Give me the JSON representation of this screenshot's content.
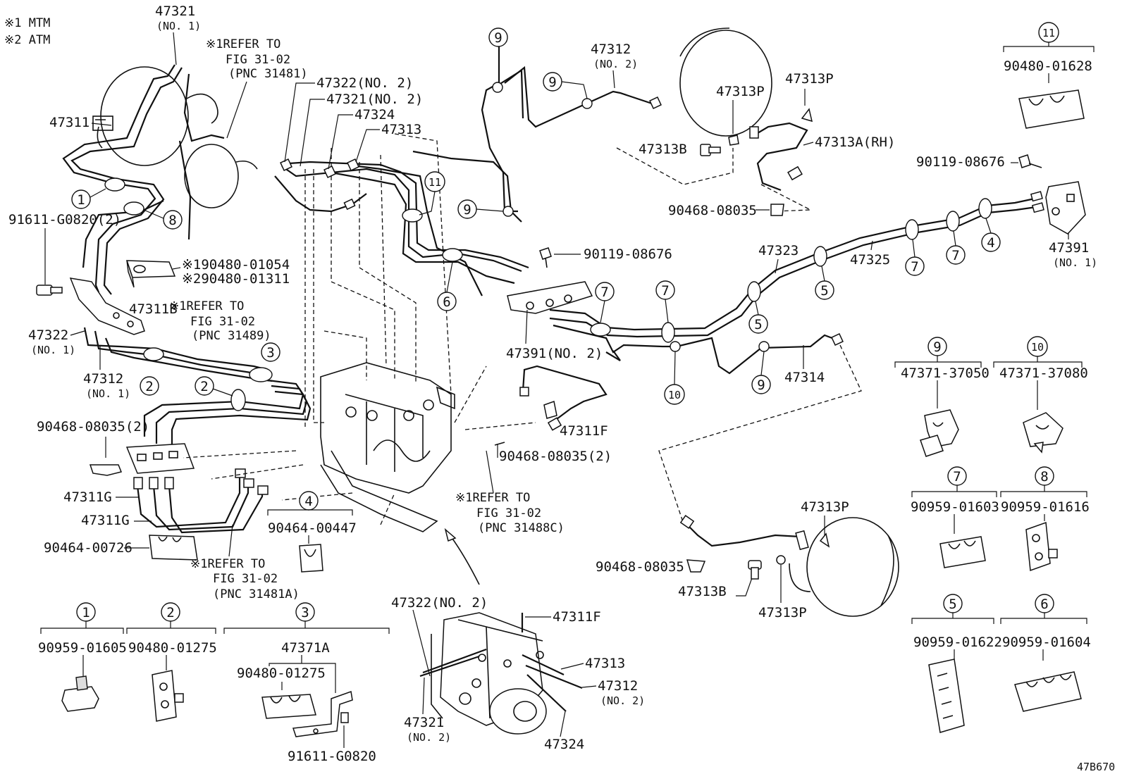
{
  "legend": {
    "mtm": "※1 MTM",
    "atm": "※2 ATM"
  },
  "labels": {
    "p47321_top": "47321",
    "p47321_top_sub": "(NO. 1)",
    "refer_a_1": "※1REFER TO",
    "refer_a_2": "FIG 31-02",
    "refer_a_3": "(PNC 31481)",
    "p47311": "47311",
    "p91611_left": "91611-G0820(2)",
    "note_90480_01054": "※190480-01054",
    "note_90480_01311": "※290480-01311",
    "p47311B": "47311B",
    "refer_b_1": "※1REFER TO",
    "refer_b_2": "FIG 31-02",
    "refer_b_3": "(PNC 31489)",
    "p47322_left": "47322",
    "p47322_left_sub": "(NO. 1)",
    "p47312_left": "47312",
    "p47312_left_sub": "(NO. 1)",
    "p90468_left": "90468-08035(2)",
    "p47311G_a": "47311G",
    "p47311G_b": "47311G",
    "p90464_00726": "90464-00726",
    "refer_c_1": "※1REFER TO",
    "refer_c_2": "FIG 31-02",
    "refer_c_3": "(PNC 31481A)",
    "p47322_mid": "47322(NO. 2)",
    "p47321_mid": "47321(NO. 2)",
    "p47324_mid": "47324",
    "p47313_mid": "47313",
    "p47312_top": "47312",
    "p47312_top_sub": "(NO. 2)",
    "p47313P_a": "47313P",
    "p47313P_b": "47313P",
    "p47313B_top": "47313B",
    "p47313A": "47313A(RH)",
    "p90468_top": "90468-08035",
    "p90119_mid": "90119-08676",
    "p90119_right": "90119-08676",
    "p90480_01628": "90480-01628",
    "p47391_right": "47391",
    "p47391_right_sub": "(NO. 1)",
    "p47323": "47323",
    "p47325": "47325",
    "p47391_mid": "47391(NO. 2)",
    "p47314": "47314",
    "p47311F_mid": "47311F",
    "p90468_mid": "90468-08035(2)",
    "refer_d_1": "※1REFER TO",
    "refer_d_2": "FIG 31-02",
    "refer_d_3": "(PNC 31488C)",
    "p90464_00447": "90464-00447",
    "p90468_lower": "90468-08035",
    "p47313B_lower": "47313B",
    "p47313P_lower_a": "47313P",
    "p47313P_lower_b": "47313P",
    "p90959_01605": "90959-01605",
    "p90480_01275_a": "90480-01275",
    "p47371A": "47371A",
    "p90480_01275_b": "90480-01275",
    "p91611_bottom": "91611-G0820",
    "b47322": "47322(NO. 2)",
    "b47311F": "47311F",
    "b47313": "47313",
    "b47312": "47312",
    "b47312_sub": "(NO. 2)",
    "b47321": "47321",
    "b47321_sub": "(NO. 2)",
    "b47324": "47324",
    "p47371_37050": "47371-37050",
    "p47371_37080": "47371-37080",
    "p90959_01603": "90959-01603",
    "p90959_01616": "90959-01616",
    "p90959_01622": "90959-01622",
    "p90959_01604": "90959-01604",
    "fig_code": "47B670"
  },
  "callouts": {
    "c1": "1",
    "c2": "2",
    "c3": "3",
    "c4": "4",
    "c5": "5",
    "c6": "6",
    "c7": "7",
    "c8": "8",
    "c9": "9",
    "c10": "10",
    "c11": "11"
  }
}
